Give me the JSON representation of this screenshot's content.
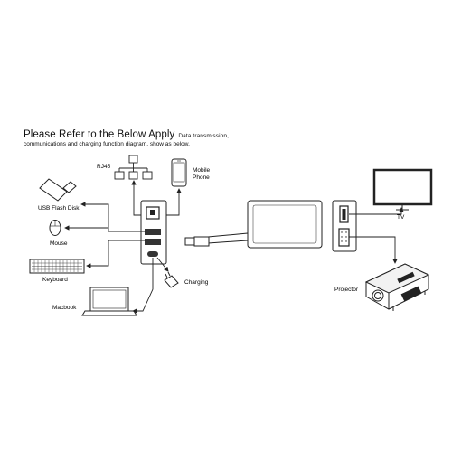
{
  "heading": {
    "line1_main": "Please Refer to the Below Apply",
    "line1_sub": "Data transmission,",
    "line2": "communications and charging function diagram, show as below."
  },
  "devices": {
    "rj45": "RJ45",
    "mobile_phone_line1": "Mobile",
    "mobile_phone_line2": "Phone",
    "usb_flash_disk": "USB Flash Disk",
    "mouse": "Mouse",
    "keyboard": "Keyboard",
    "macbook": "Macbook",
    "charging": "Charging",
    "tv": "TV",
    "projector": "Projector"
  },
  "colors": {
    "line": "#222222",
    "hub_body": "#ffffff",
    "port_fill": "#333333"
  }
}
